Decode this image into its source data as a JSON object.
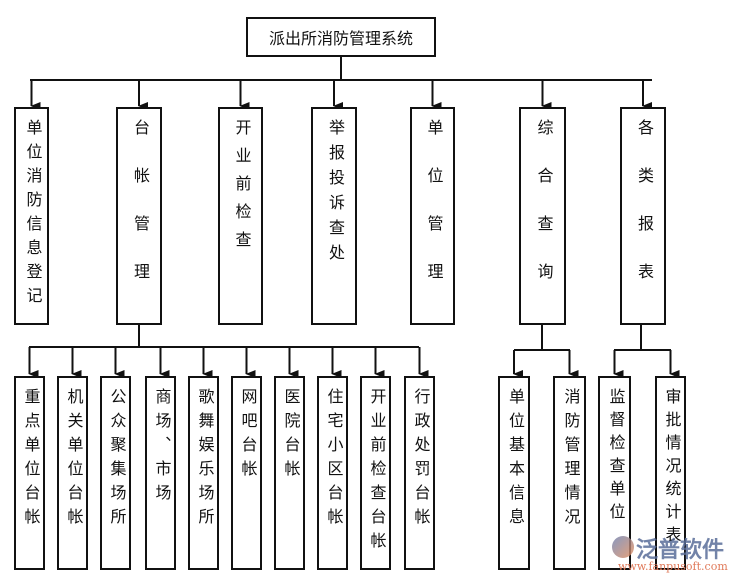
{
  "title": "派出所消防管理系统",
  "level2": [
    {
      "label": "单位消防信息登记"
    },
    {
      "label": "台帐管理"
    },
    {
      "label": "开业前检查"
    },
    {
      "label": "举报投诉查处"
    },
    {
      "label": "单位管理"
    },
    {
      "label": "综合查询"
    },
    {
      "label": "各类报表"
    }
  ],
  "ledger_children": [
    {
      "label": "重点单位台帐"
    },
    {
      "label": "机关单位台帐"
    },
    {
      "label": "公众聚集场所"
    },
    {
      "label": "商场、市场"
    },
    {
      "label": "歌舞娱乐场所"
    },
    {
      "label": "网吧台帐"
    },
    {
      "label": "医院台帐"
    },
    {
      "label": "住宅小区台帐"
    },
    {
      "label": "开业前检查台帐"
    },
    {
      "label": "行政处罚台帐"
    }
  ],
  "query_children": [
    {
      "label": "单位基本信息"
    },
    {
      "label": "消防管理情况"
    }
  ],
  "report_children": [
    {
      "label": "监督检查单位"
    },
    {
      "label": "审批情况统计表"
    }
  ],
  "watermark": {
    "brand": "泛普软件",
    "url": "www.fanpusoft.com"
  }
}
